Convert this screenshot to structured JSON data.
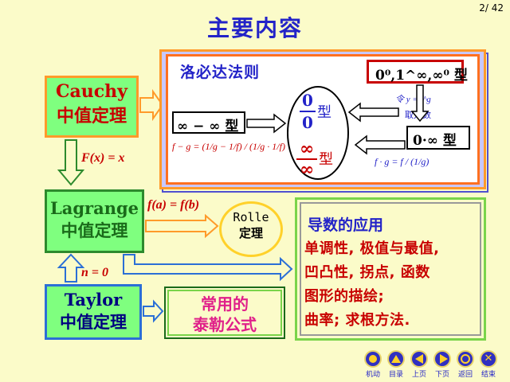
{
  "page_num": "2/ 42",
  "title": "主要内容",
  "cauchy": {
    "en": "Cauchy",
    "cn": "中值定理"
  },
  "lagrange": {
    "en": "Lagrange",
    "cn": "中值定理"
  },
  "taylor": {
    "en": "Taylor",
    "cn": "中值定理"
  },
  "labels": {
    "fx_eq_x": "F(x) = x",
    "fa_eq_fb": "f(a) = f(b)",
    "n_eq_0": "n = 0"
  },
  "lhopital": {
    "title": "洛必达法则",
    "indet": "0⁰,1^∞,∞⁰ 型",
    "zero_over_zero": "0/0 型",
    "inf_over_inf": "∞/∞ 型",
    "inf_minus_inf": "∞ − ∞ 型",
    "zero_times_inf": "0·∞ 型",
    "ling": "令 y = f^g",
    "qu": "取对数",
    "formula_fg": "f − g = (1/g − 1/f) / (1/g · 1/f)",
    "formula_ftimesg": "f · g = f / (1/g)",
    "xing": "型"
  },
  "rolle": {
    "line1": "Rolle",
    "line2": "定理"
  },
  "common_taylor": {
    "line1": "常用的",
    "line2": "泰勒公式"
  },
  "applications": {
    "title": "导数的应用",
    "lines": [
      "单调性, 极值与最值,",
      "凹凸性, 拐点, 函数",
      "图形的描绘;",
      "曲率; 求根方法."
    ]
  },
  "nav": {
    "items": [
      {
        "icon": "home-icon",
        "label": "机动"
      },
      {
        "icon": "menu-icon",
        "label": "目录"
      },
      {
        "icon": "prev-icon",
        "label": "上页"
      },
      {
        "icon": "next-icon",
        "label": "下页"
      },
      {
        "icon": "return-icon",
        "label": "返回"
      },
      {
        "icon": "close-icon",
        "label": "结束"
      }
    ]
  }
}
